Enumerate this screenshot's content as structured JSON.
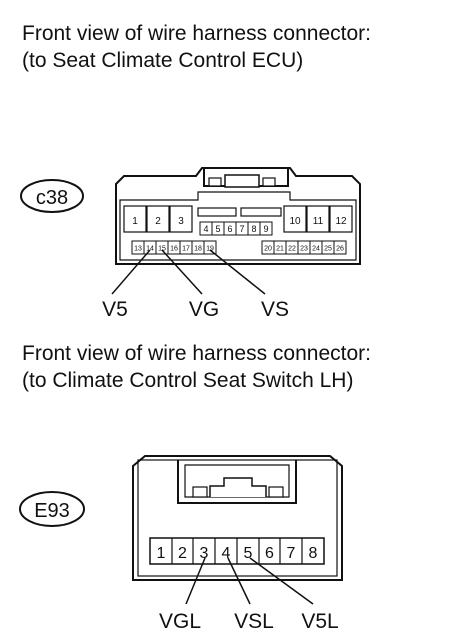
{
  "connector1": {
    "caption_line1": "Front view of wire harness connector:",
    "caption_line2": "(to Seat Climate Control ECU)",
    "code": "c38",
    "pins_row1": [
      "1",
      "2",
      "3"
    ],
    "pins_mid": [
      "4",
      "5",
      "6",
      "7",
      "8",
      "9"
    ],
    "pins_right": [
      "10",
      "11",
      "12"
    ],
    "pins_row2_left": [
      "13",
      "14",
      "15",
      "16",
      "17",
      "18",
      "19"
    ],
    "pins_row2_right": [
      "20",
      "21",
      "22",
      "23",
      "24",
      "25",
      "26"
    ],
    "labels": {
      "v5": "V5",
      "vg": "VG",
      "vs": "VS"
    }
  },
  "connector2": {
    "caption_line1": "Front view of wire harness connector:",
    "caption_line2": "(to Climate Control Seat Switch LH)",
    "code": "E93",
    "pins": [
      "1",
      "2",
      "3",
      "4",
      "5",
      "6",
      "7",
      "8"
    ],
    "labels": {
      "vgl": "VGL",
      "vsl": "VSL",
      "v5l": "V5L"
    }
  }
}
